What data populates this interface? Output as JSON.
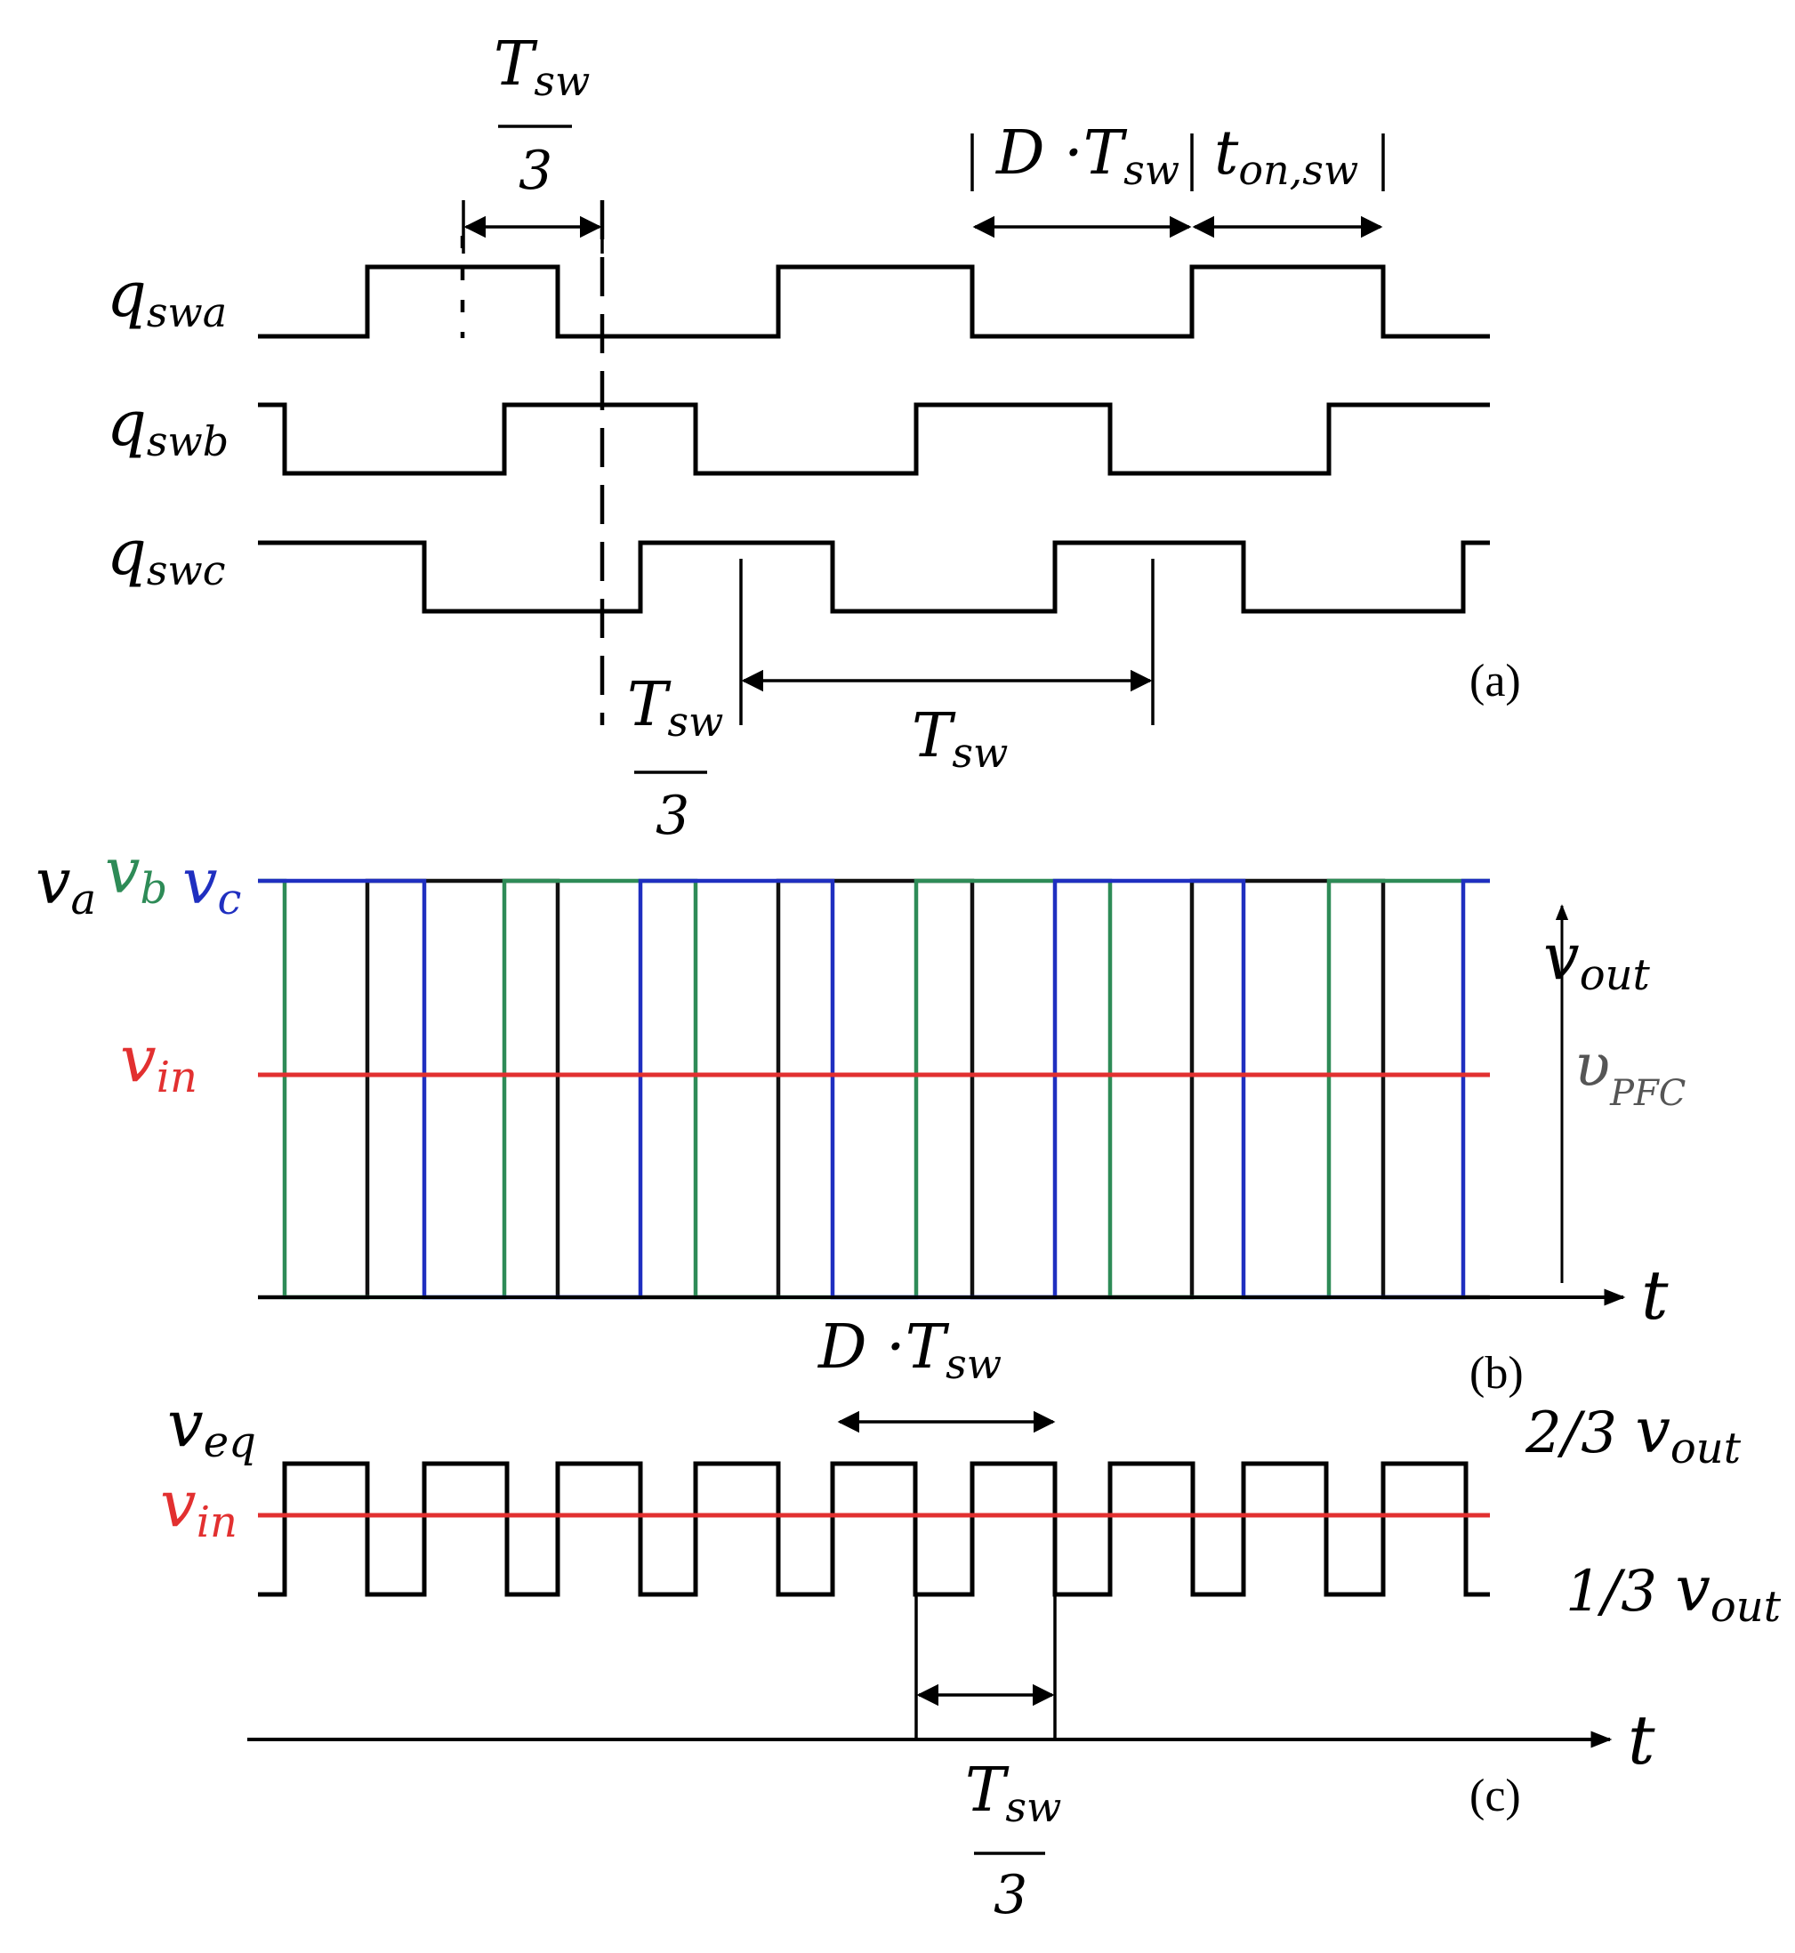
{
  "colors": {
    "black": "#111111",
    "red": "#e23030",
    "green": "#2e8b57",
    "blue": "#1f2fc0"
  },
  "panel_a": {
    "panel_label": "(a)",
    "signals": [
      {
        "base": "q",
        "sub": "swa"
      },
      {
        "base": "q",
        "sub": "swb"
      },
      {
        "base": "q",
        "sub": "swc"
      }
    ],
    "ann_tsw3_top": {
      "num": "T",
      "num_sub": "sw",
      "den": "3"
    },
    "ann_dtsw": {
      "main": "D ·T",
      "sub": "sw"
    },
    "ann_ton": {
      "main": "t",
      "sub": "on,sw"
    },
    "ann_tsw3_bottom": {
      "num": "T",
      "num_sub": "sw",
      "den": "3"
    },
    "ann_tsw": {
      "main": "T",
      "sub": "sw"
    }
  },
  "panel_b": {
    "panel_label": "(b)",
    "legend": [
      {
        "base": "v",
        "sub": "a",
        "color": "#111111"
      },
      {
        "base": "v",
        "sub": "b",
        "color": "#2e8b57"
      },
      {
        "base": "v",
        "sub": "c",
        "color": "#1f2fc0"
      }
    ],
    "vin": {
      "base": "v",
      "sub": "in"
    },
    "vout": {
      "base": "v",
      "sub": "out"
    },
    "vpfc": {
      "base": "υ",
      "sub": "PFC"
    },
    "axis_label": "t"
  },
  "panel_c": {
    "panel_label": "(c)",
    "veq": {
      "base": "v",
      "sub": "eq"
    },
    "vin": {
      "base": "v",
      "sub": "in"
    },
    "ann_dtsw": {
      "main": "D ·T",
      "sub": "sw"
    },
    "level_high": {
      "frac": "2/3",
      "base": "v",
      "sub": "out"
    },
    "level_low": {
      "frac": "1/3",
      "base": "v",
      "sub": "out"
    },
    "ann_tsw3": {
      "num": "T",
      "num_sub": "sw",
      "den": "3"
    },
    "axis_label": "t"
  }
}
